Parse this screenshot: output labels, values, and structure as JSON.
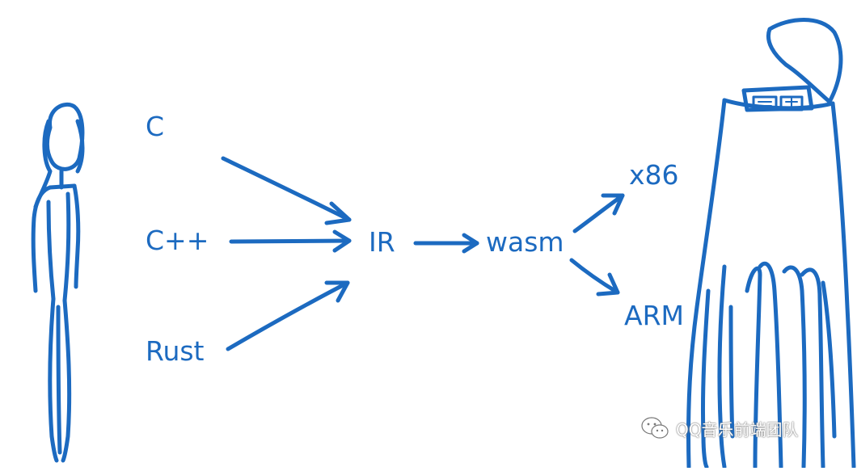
{
  "diagram": {
    "source_languages": [
      "C",
      "C++",
      "Rust"
    ],
    "intermediate": "IR",
    "target_format": "wasm",
    "architectures": [
      "x86",
      "ARM"
    ],
    "stroke_color": "#1c6ac0"
  },
  "watermark": {
    "text": "QQ音乐前端团队",
    "icon": "wechat-icon"
  }
}
